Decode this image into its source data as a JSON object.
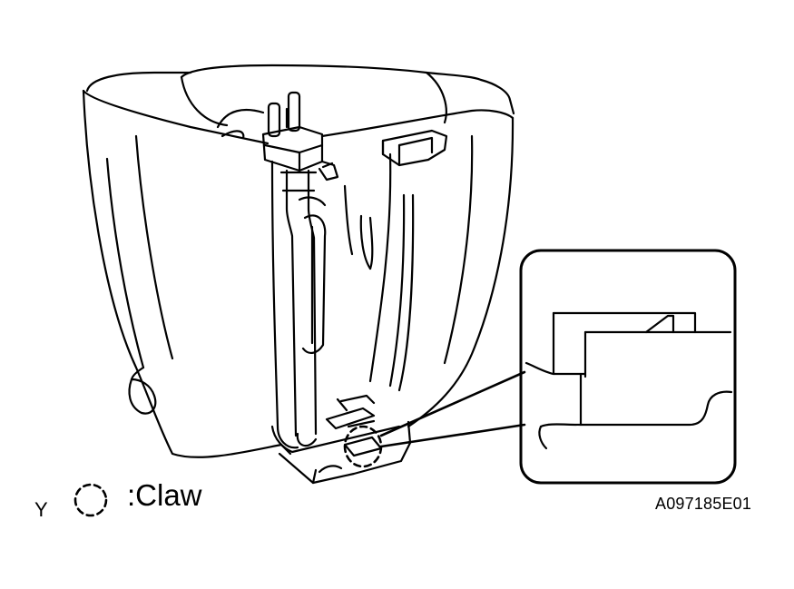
{
  "legend": {
    "marker_letter": "Y",
    "label": ":Claw",
    "marker_icon": "dashed-circle-icon"
  },
  "figure_code": "A097185E01",
  "colors": {
    "line": "#000000",
    "background": "#ffffff"
  }
}
